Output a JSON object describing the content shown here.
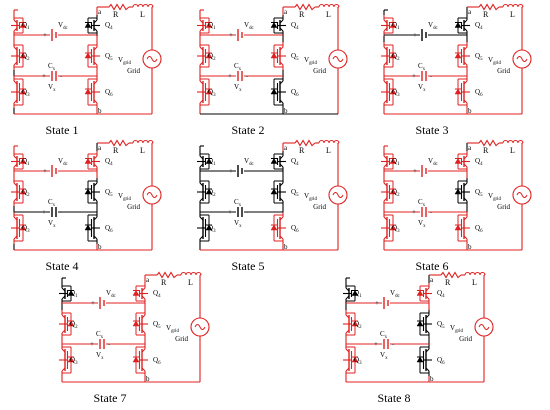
{
  "colors": {
    "active": "#e02020",
    "inactive": "#000000"
  },
  "labels": {
    "q1": "Q",
    "s1": "1",
    "q2": "Q",
    "s2": "2",
    "q3": "Q",
    "s3": "3",
    "q4": "Q",
    "s4": "4",
    "q5": "Q",
    "s5": "5",
    "q6": "Q",
    "s6": "6",
    "vdc": "V",
    "vdc_sub": "dc",
    "cx": "C",
    "cx_sub": "x",
    "vx": "V",
    "vx_sub": "x",
    "r": "R",
    "l": "L",
    "node_a": "a",
    "node_b": "b",
    "vgrid": "V",
    "vgrid_sub": "grid",
    "grid": "Grid",
    "plus": "+",
    "minus": "-"
  },
  "states": [
    {
      "title": "State 1",
      "active": [
        "Q1",
        "Q2",
        "Q3",
        "Q5",
        "Q6",
        "Vdc",
        "Cx",
        "RL",
        "Grid",
        "N4",
        "N12",
        "N56",
        "NTOP",
        "NBOT"
      ]
    },
    {
      "title": "State 2",
      "active": [
        "Q1",
        "Q2",
        "Q3",
        "Q5",
        "Vdc",
        "Cx",
        "RL",
        "Grid",
        "N12",
        "N23",
        "N5",
        "NTOP"
      ]
    },
    {
      "title": "State 3",
      "active": [
        "Q1",
        "Q2",
        "Q3",
        "Q5",
        "Q6",
        "Cx",
        "RL",
        "Grid",
        "N23",
        "N56",
        "NBOT"
      ]
    },
    {
      "title": "State 4",
      "active": [
        "Q1",
        "Q2",
        "Q3",
        "Q4",
        "Vdc",
        "RL",
        "Grid",
        "N12",
        "N4",
        "NBOT"
      ]
    },
    {
      "title": "State 5",
      "active": [
        "Q6",
        "RL",
        "Grid",
        "NTOP",
        "NBOT"
      ]
    },
    {
      "title": "State 6",
      "active": [
        "Q1",
        "Q2",
        "Q3",
        "Q4",
        "Q6",
        "Vdc",
        "Cx",
        "RL",
        "Grid",
        "N12",
        "N23",
        "N4",
        "NBOT"
      ]
    },
    {
      "title": "State 7",
      "active": [
        "Q2",
        "Q3",
        "Q4",
        "Q5",
        "Q6",
        "Vdc",
        "Cx",
        "RL",
        "Grid",
        "N23",
        "N56",
        "N4",
        "NTOP",
        "NBOT"
      ]
    },
    {
      "title": "State 8",
      "active": [
        "Q2",
        "Q3",
        "Q4",
        "Vdc",
        "Cx",
        "RL",
        "Grid",
        "N23",
        "N4",
        "NBOT"
      ]
    }
  ]
}
